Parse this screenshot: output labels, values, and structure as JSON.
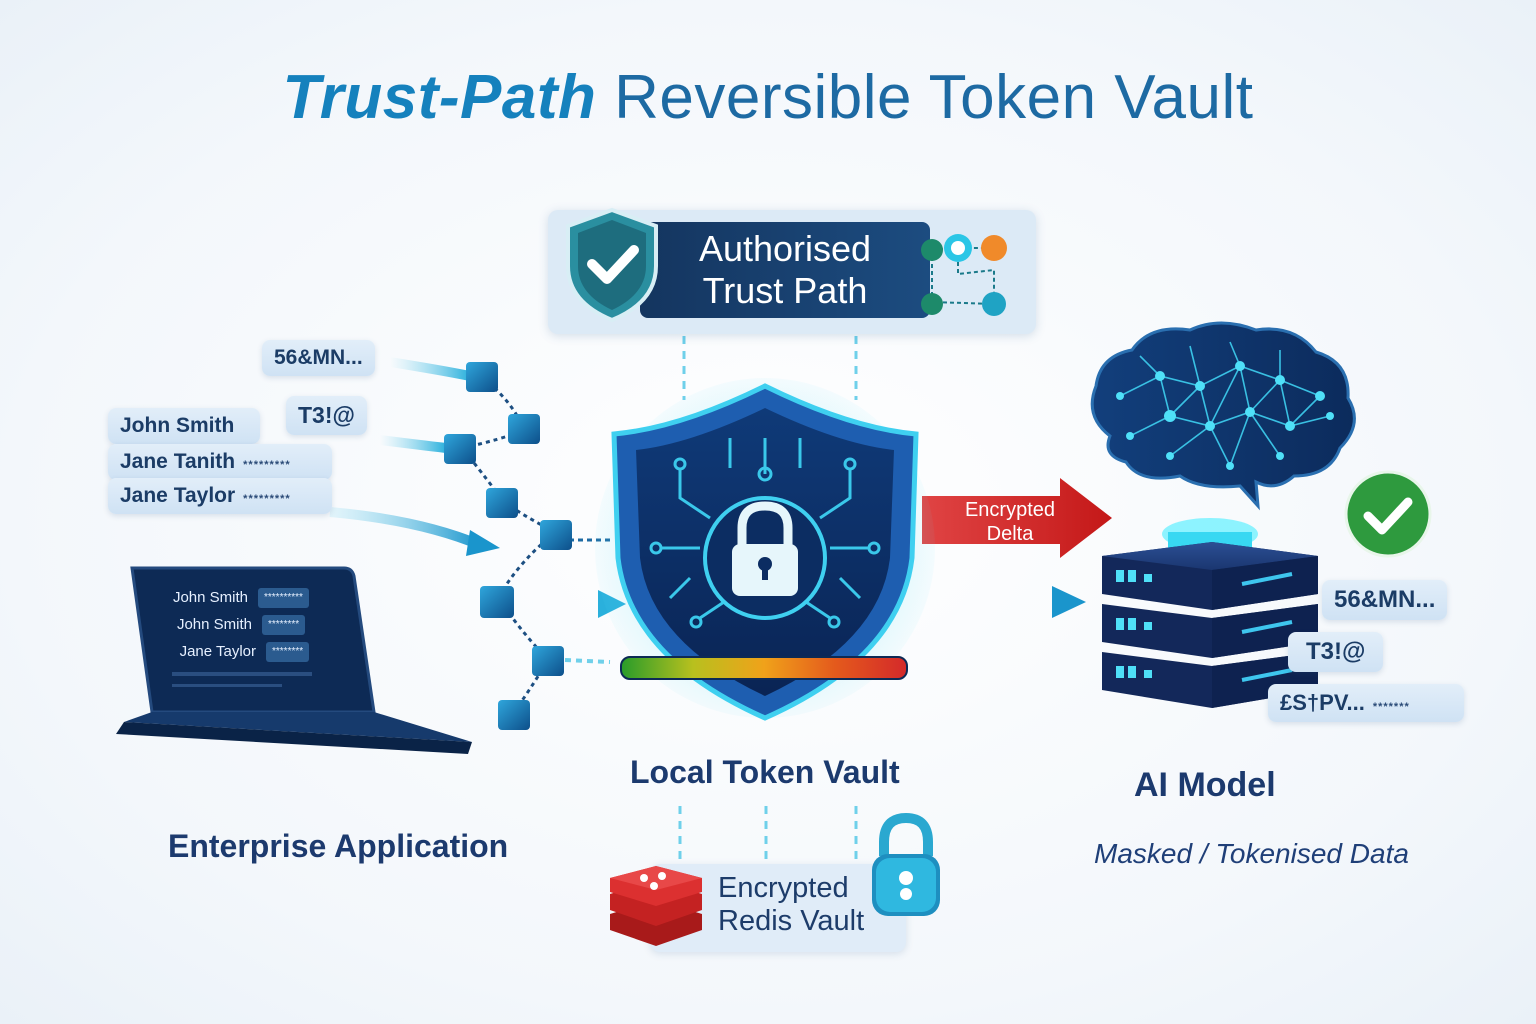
{
  "title": {
    "bold": "Trust-Path",
    "rest": "Reversible Token Vault"
  },
  "trust_path": {
    "line1": "Authorised",
    "line2": "Trust Path"
  },
  "left_tokens": [
    "56&MN...",
    "T3!@"
  ],
  "left_names": [
    "John Smith",
    "Jane Tanith",
    "Jane Taylor"
  ],
  "left_name_masks": [
    "",
    "*********",
    "*********"
  ],
  "laptop": {
    "names": [
      "John Smith",
      "John Smith",
      "Jane Taylor"
    ],
    "masks": [
      "**********",
      "********",
      "********"
    ]
  },
  "encrypted_delta": {
    "line1": "Encrypted",
    "line2": "Delta"
  },
  "right_tokens": [
    "56&MN...",
    "T3!@",
    "£S†PV..."
  ],
  "right_mask": "*******",
  "labels": {
    "enterprise": "Enterprise Application",
    "vault": "Local Token Vault",
    "ai_model": "AI Model",
    "ai_sub": "Masked / Tokenised Data"
  },
  "redis": {
    "line1": "Encrypted",
    "line2": "Redis Vault"
  },
  "colors": {
    "accent": "#1581bd",
    "navy": "#14355f",
    "cyan": "#2bc6e6",
    "red": "#d42a2a",
    "green": "#2e9a3e"
  },
  "icons": [
    "shield-check-icon",
    "lock-icon",
    "brain-icon",
    "server-icon",
    "redis-icon",
    "padlock-icon",
    "check-circle-icon",
    "laptop-icon",
    "network-icons"
  ]
}
